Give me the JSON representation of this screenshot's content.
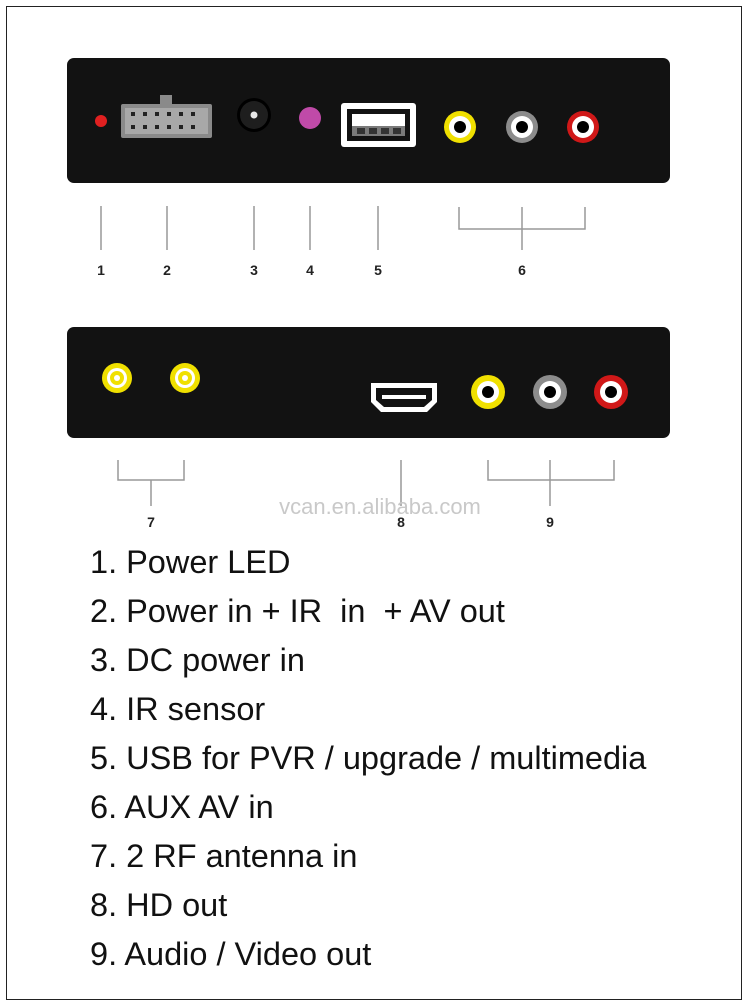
{
  "callouts": {
    "c1": "1",
    "c2": "2",
    "c3": "3",
    "c4": "4",
    "c5": "5",
    "c6": "6",
    "c7": "7",
    "c8": "8",
    "c9": "9"
  },
  "watermark": "vcan.en.alibaba.com",
  "legend": [
    "1. Power LED",
    "2. Power in + IR  in  + AV out",
    "3. DC power in",
    "4. IR sensor",
    "5. USB for PVR / upgrade / multimedia",
    "6. AUX AV in",
    "7. 2 RF antenna in",
    "8. HD out",
    "9. Audio / Video out"
  ],
  "colors": {
    "panel": "#121212",
    "led_red": "#e02020",
    "ir_sensor": "#c04aa8",
    "rca_yellow": "#f0e000",
    "rca_white": "#8c8c8c",
    "rca_red": "#d01818",
    "rf_yellow": "#f0e000",
    "leader_line": "#999999"
  },
  "icons": {
    "led": "power-led-icon",
    "connector": "multi-pin-connector-icon",
    "dc": "dc-jack-icon",
    "ir": "ir-sensor-icon",
    "usb": "usb-port-icon",
    "rca": "rca-jack-icon",
    "rf": "rf-antenna-jack-icon",
    "hdmi": "hdmi-port-icon"
  }
}
